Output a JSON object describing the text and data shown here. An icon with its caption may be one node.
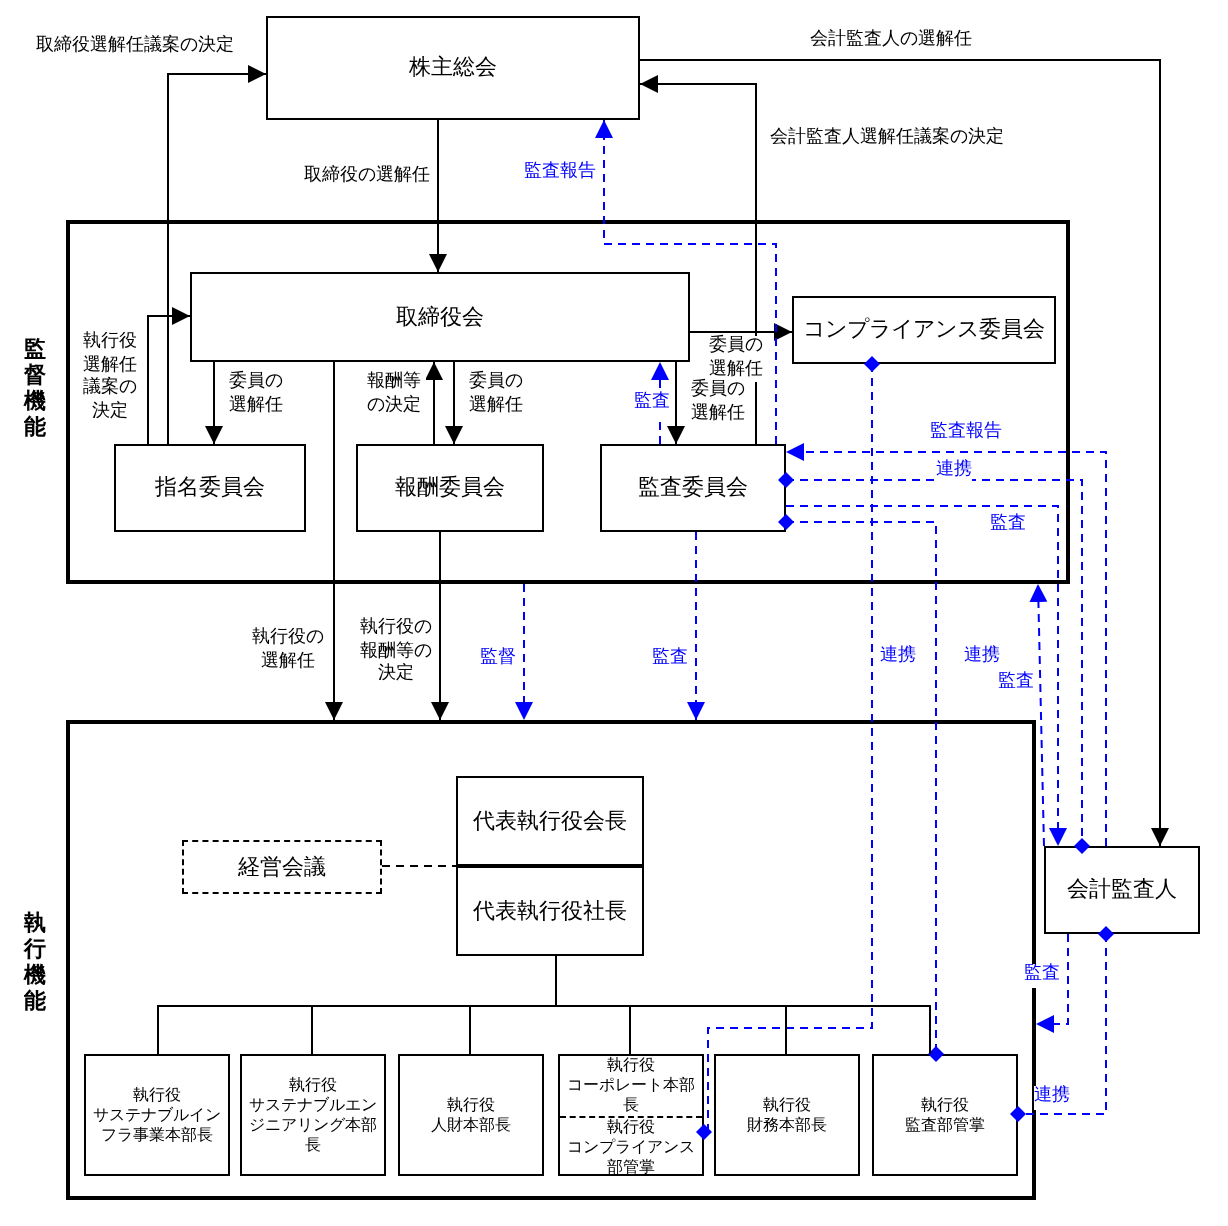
{
  "diagram": {
    "nodes": [
      {
        "text": [
          "株主総会"
        ]
      },
      {
        "text": [
          "監督機能"
        ]
      },
      {
        "text": [
          "取締役会"
        ],
        "in": 1
      },
      {
        "text": [
          "コンプライアンス委員会"
        ],
        "in": 1
      },
      {
        "text": [
          "指名委員会"
        ],
        "in": 1
      },
      {
        "text": [
          "報酬委員会"
        ],
        "in": 1
      },
      {
        "text": [
          "監査委員会"
        ],
        "in": 1
      },
      {
        "text": [
          "執行機能"
        ]
      },
      {
        "text": [
          "経営会議"
        ],
        "in": 7
      },
      {
        "text": [
          "代表執行役会長"
        ],
        "in": 7
      },
      {
        "text": [
          "代表執行役社長"
        ],
        "in": 7
      },
      {
        "text": [
          "執行役",
          "サステナブルインフラ事業本部長"
        ],
        "in": 7
      },
      {
        "text": [
          "執行役",
          "サステナブルエンジニアリング本部長"
        ],
        "in": 7
      },
      {
        "text": [
          "執行役",
          "人財本部長"
        ],
        "in": 7
      },
      {
        "text": [
          "執行役",
          "コーポレート本部長",
          "執行役",
          "コンプライアンス部管掌"
        ],
        "in": 7
      },
      {
        "text": [
          "執行役",
          "財務本部長"
        ],
        "in": 7
      },
      {
        "text": [
          "執行役",
          "監査部管掌"
        ],
        "in": 7
      },
      {
        "text": [
          "会計監査人"
        ]
      }
    ],
    "edges": [
      {
        "from": 0,
        "to": 2,
        "arrow": "to",
        "label": "取締役の選解任"
      },
      {
        "from": 4,
        "to": 0,
        "arrow": "to",
        "label": "取締役選解任議案の決定"
      },
      {
        "from": 4,
        "to": 2,
        "arrow": "to",
        "label": "執行役選解任議案の決定"
      },
      {
        "from": 2,
        "to": 4,
        "arrow": "to",
        "label": "委員の選解任"
      },
      {
        "from": 5,
        "to": 2,
        "arrow": "to",
        "label": "報酬等の決定"
      },
      {
        "from": 2,
        "to": 5,
        "arrow": "to",
        "label": "委員の選解任"
      },
      {
        "from": 2,
        "to": 3,
        "arrow": "to",
        "label": "委員の選解任"
      },
      {
        "from": 2,
        "to": 6,
        "arrow": "to",
        "label": "委員の選解任"
      },
      {
        "from": 6,
        "to": 2,
        "arrow": "to",
        "label": "監査",
        "style": "dashed",
        "color": "#0000ff"
      },
      {
        "from": 6,
        "to": 0,
        "arrow": "to",
        "label": "会計監査人選解任議案の決定"
      },
      {
        "from": 0,
        "to": 17,
        "arrow": "to",
        "label": "会計監査人の選解任"
      },
      {
        "from": 6,
        "to": 0,
        "arrow": "to",
        "label": "監査報告",
        "style": "dashed",
        "color": "#0000ff"
      },
      {
        "from": 2,
        "to": 7,
        "arrow": "to",
        "label": "執行役の選解任"
      },
      {
        "from": 5,
        "to": 7,
        "arrow": "to",
        "label": "執行役の報酬等の決定"
      },
      {
        "from": 1,
        "to": 7,
        "arrow": "to",
        "label": "監督",
        "style": "dashed",
        "color": "#0000ff"
      },
      {
        "from": 6,
        "to": 7,
        "arrow": "to",
        "label": "監査",
        "style": "dashed",
        "color": "#0000ff"
      },
      {
        "from": 17,
        "to": 6,
        "arrow": "to",
        "label": "監査報告",
        "style": "dashed",
        "color": "#0000ff"
      },
      {
        "from": 6,
        "to": 17,
        "arrow": "other",
        "label": "連携",
        "style": "dashed",
        "color": "#0000ff"
      },
      {
        "from": 6,
        "to": 17,
        "arrow": "to",
        "label": "監査",
        "style": "dashed",
        "color": "#0000ff"
      },
      {
        "from": 6,
        "to": 16,
        "arrow": "other",
        "label": "連携",
        "style": "dashed",
        "color": "#0000ff"
      },
      {
        "from": 3,
        "to": 14,
        "arrow": "other",
        "label": "連携",
        "style": "dashed",
        "color": "#0000ff"
      },
      {
        "from": 17,
        "to": 1,
        "arrow": "to",
        "label": "監査",
        "style": "dashed",
        "color": "#0000ff"
      },
      {
        "from": 17,
        "to": 7,
        "arrow": "to",
        "label": "監査",
        "style": "dashed",
        "color": "#0000ff"
      },
      {
        "from": 17,
        "to": 16,
        "arrow": "other",
        "label": "連携",
        "style": "dashed",
        "color": "#0000ff"
      },
      {
        "from": 8,
        "to": 10,
        "arrow": "none",
        "style": "dashed"
      },
      {
        "from": 10,
        "to": 11,
        "arrow": "none"
      },
      {
        "from": 10,
        "to": 12,
        "arrow": "none"
      },
      {
        "from": 10,
        "to": 13,
        "arrow": "none"
      },
      {
        "from": 10,
        "to": 14,
        "arrow": "none"
      },
      {
        "from": 10,
        "to": 15,
        "arrow": "none"
      },
      {
        "from": 10,
        "to": 16,
        "arrow": "none"
      }
    ]
  }
}
